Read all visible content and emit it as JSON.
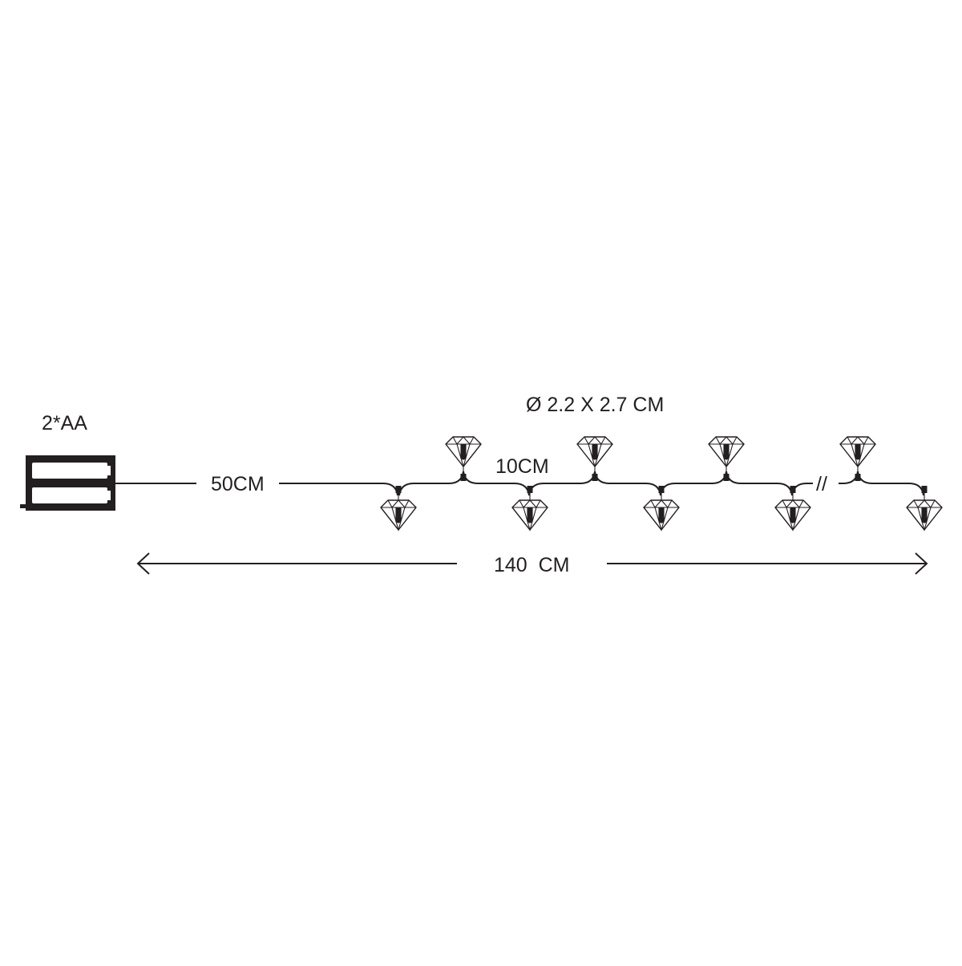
{
  "labels": {
    "battery": "2*AA",
    "lead_length": "50CM",
    "bulb_size": "Ø 2.2 X 2.7 CM",
    "spacing": "10CM",
    "total_length": "140  CM",
    "break_mark": "//"
  },
  "icons": {
    "battery_box": "battery-box-icon",
    "bulb": "diamond-bulb-icon",
    "arrow": "arrow-head-icon"
  },
  "colors": {
    "ink": "#231f20",
    "background": "#ffffff"
  }
}
